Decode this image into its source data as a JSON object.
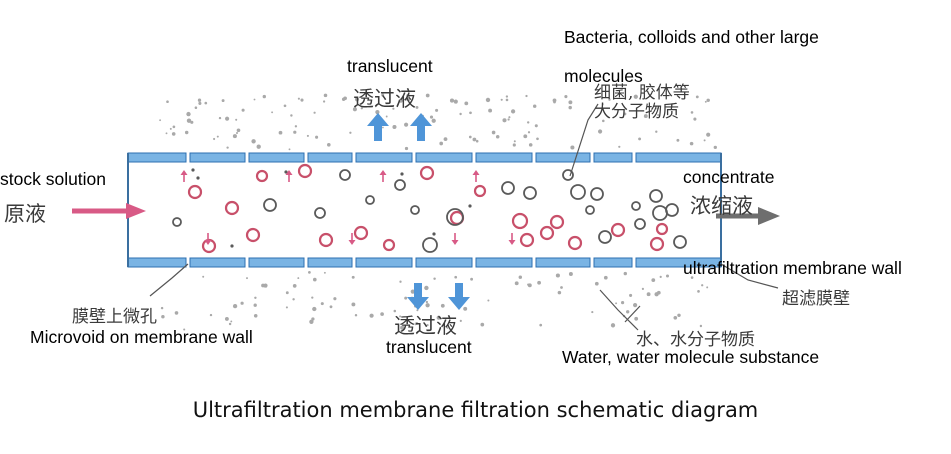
{
  "labels": {
    "stock_en": "stock solution",
    "stock_cn": "原液",
    "permeate_top_en": "translucent",
    "permeate_top_cn": "透过液",
    "bacteria_en_line1": "Bacteria, colloids and other large",
    "bacteria_en_line2": "molecules",
    "bacteria_cn_line1": "细菌, 胶体等",
    "bacteria_cn_line2": "大分子物质",
    "concentrate_en": "concentrate",
    "concentrate_cn": "浓缩液",
    "membrane_wall_en": "ultrafiltration membrane wall",
    "membrane_wall_cn": "超滤膜壁",
    "microvoid_cn": "膜壁上微孔",
    "microvoid_en": "Microvoid on membrane wall",
    "permeate_bottom_cn": "透过液",
    "permeate_bottom_en": "translucent",
    "water_cn": "水、水分子物质",
    "water_en": "Water, water molecule substance"
  },
  "caption": "Ultrafiltration membrane filtration schematic diagram",
  "colors": {
    "membrane": "#7ab4e4",
    "membrane_edge": "#2d6fb0",
    "particle_red": "#c8506a",
    "particle_gray": "#5a5a5a",
    "arrow_pink": "#d85a86",
    "arrow_blue": "#4f95d8",
    "arrow_gray": "#6e6e6e",
    "dots": "#a9a9a9"
  }
}
